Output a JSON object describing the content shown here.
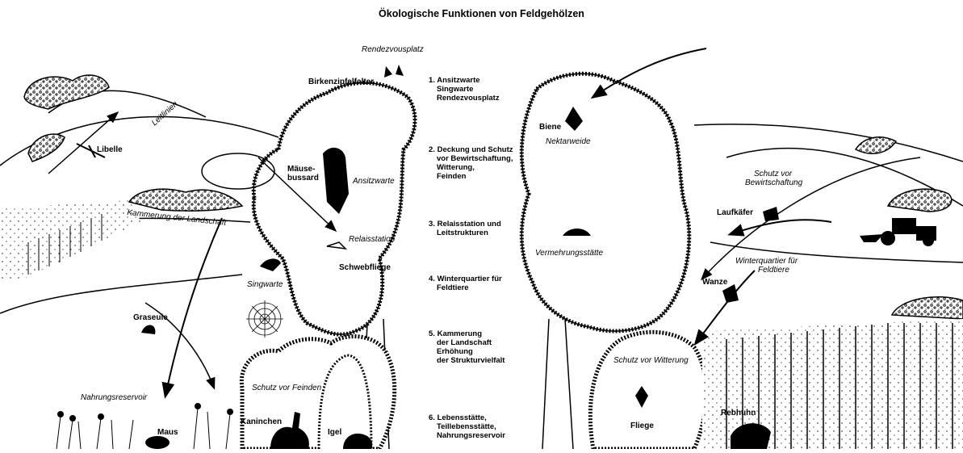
{
  "title": "Ökologische Funktionen von Feldgehölzen",
  "functions": [
    {
      "number": "1.",
      "lines": [
        "Ansitzwarte",
        "Singwarte",
        "Rendezvousplatz"
      ]
    },
    {
      "number": "2.",
      "lines": [
        "Deckung und Schutz",
        "vor Bewirtschaftung,",
        "Witterung,",
        "Feinden"
      ]
    },
    {
      "number": "3.",
      "lines": [
        "Relaisstation und",
        "Leitstrukturen"
      ]
    },
    {
      "number": "4.",
      "lines": [
        "Winterquartier für",
        "Feldtiere"
      ]
    },
    {
      "number": "5.",
      "lines": [
        "Kammerung",
        "der Landschaft",
        "Erhöhung",
        "der Strukturvielfalt"
      ]
    },
    {
      "number": "6.",
      "lines": [
        "Lebensstätte,",
        "Teillebensstätte,",
        "Nahrungsreservoir"
      ]
    }
  ],
  "labels": {
    "rendezvousplatz": "Rendezvousplatz",
    "birkenzipfelfalter": "Birkenzipfelfalter",
    "libelle": "Libelle",
    "leitlinien": "Leitlinien",
    "maeusebussard_1": "Mäuse-",
    "maeusebussard_2": "bussard",
    "ansitzwarte": "Ansitzwarte",
    "kammerung": "Kammerung der Landschaft",
    "relaisstation": "Relaisstation",
    "schwebfliege": "Schwebfliege",
    "singwarte": "Singwarte",
    "grasseule": "Graseule",
    "nahrungsreservoir": "Nahrungsreservoir",
    "maus": "Maus",
    "schutz_feinden": "Schutz vor Feinden",
    "kaninchen": "Kaninchen",
    "igel": "Igel",
    "biene": "Biene",
    "nektarweide": "Nektarweide",
    "vermehrungsstaette": "Vermehrungsstätte",
    "schutz_bewirtschaftung_1": "Schutz vor",
    "schutz_bewirtschaftung_2": "Bewirtschaftung",
    "laufkaefer": "Laufkäfer",
    "winterquartier_1": "Winterquartier für",
    "winterquartier_2": "Feldtiere",
    "wanze": "Wanze",
    "schutz_witterung": "Schutz vor Witterung",
    "fliege": "Fliege",
    "rebhuhn": "Rebhuhn"
  }
}
